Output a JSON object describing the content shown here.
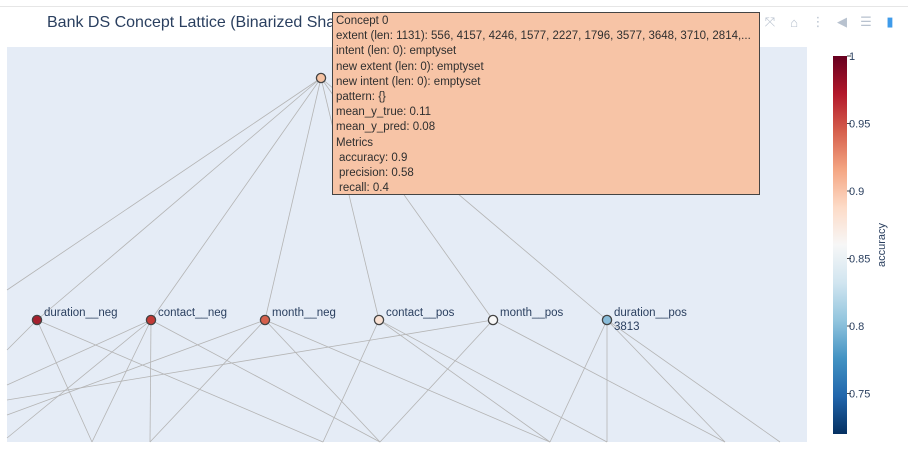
{
  "title": "Bank DS Concept Lattice (Binarized Shap)",
  "modebar": [
    {
      "name": "autoscale-icon",
      "glyph": "⤧"
    },
    {
      "name": "home-icon",
      "glyph": "⌂"
    },
    {
      "name": "spike-lines-icon",
      "glyph": "⋮"
    },
    {
      "name": "hover-closest-icon",
      "glyph": "◀"
    },
    {
      "name": "hover-compare-icon",
      "glyph": "☰"
    },
    {
      "name": "plotly-logo-icon",
      "glyph": "▮"
    }
  ],
  "tooltip": {
    "lines": [
      "Concept 0",
      "extent (len: 1131): 556, 4157, 4246, 1577, 2227, 1796, 3577, 3648, 3710, 2814,...",
      "intent (len: 0): emptyset",
      "new extent (len: 0): emptyset",
      "new intent (len: 0): emptyset",
      "pattern: {}",
      "mean_y_true: 0.11",
      "mean_y_pred: 0.08",
      "Metrics"
    ],
    "metrics": [
      "accuracy: 0.9",
      "precision: 0.58",
      "recall: 0.4"
    ]
  },
  "colorbar": {
    "title": "accuracy",
    "range": [
      0.72,
      1.0
    ],
    "ticks": [
      {
        "value": 1.0,
        "label": "1"
      },
      {
        "value": 0.95,
        "label": "0.95"
      },
      {
        "value": 0.9,
        "label": "0.9"
      },
      {
        "value": 0.85,
        "label": "0.85"
      },
      {
        "value": 0.8,
        "label": "0.8"
      },
      {
        "value": 0.75,
        "label": "0.75"
      }
    ],
    "colorscale": [
      "#053061",
      "#2166ac",
      "#4393c3",
      "#92c5de",
      "#d1e5f0",
      "#f7f7f7",
      "#fddbc7",
      "#f4a582",
      "#d6604d",
      "#b2182b",
      "#67001f"
    ]
  },
  "chart_data": {
    "type": "scatter",
    "title": "Bank DS Concept Lattice (Binarized Shap)",
    "nodes": [
      {
        "id": "concept-0",
        "label": "",
        "accuracy": 0.9,
        "color": "#f6c3a3"
      },
      {
        "id": "duration-neg",
        "label": "duration__neg",
        "accuracy": 0.99,
        "color": "#a5202e"
      },
      {
        "id": "contact-neg",
        "label": "contact__neg",
        "accuracy": 0.96,
        "color": "#c33a36"
      },
      {
        "id": "month-neg",
        "label": "month__neg",
        "accuracy": 0.94,
        "color": "#d5604c"
      },
      {
        "id": "contact-pos",
        "label": "contact__pos",
        "accuracy": 0.89,
        "color": "#f9e1d3"
      },
      {
        "id": "month-pos",
        "label": "month__pos",
        "accuracy": 0.87,
        "color": "#f7f7f7"
      },
      {
        "id": "duration-pos",
        "label": "duration__pos",
        "sublabel": "3813",
        "accuracy": 0.81,
        "color": "#89bcd9"
      }
    ],
    "edges_from_top": [
      "duration-neg",
      "contact-neg",
      "month-neg",
      "contact-pos",
      "month-pos",
      "duration-pos"
    ]
  }
}
